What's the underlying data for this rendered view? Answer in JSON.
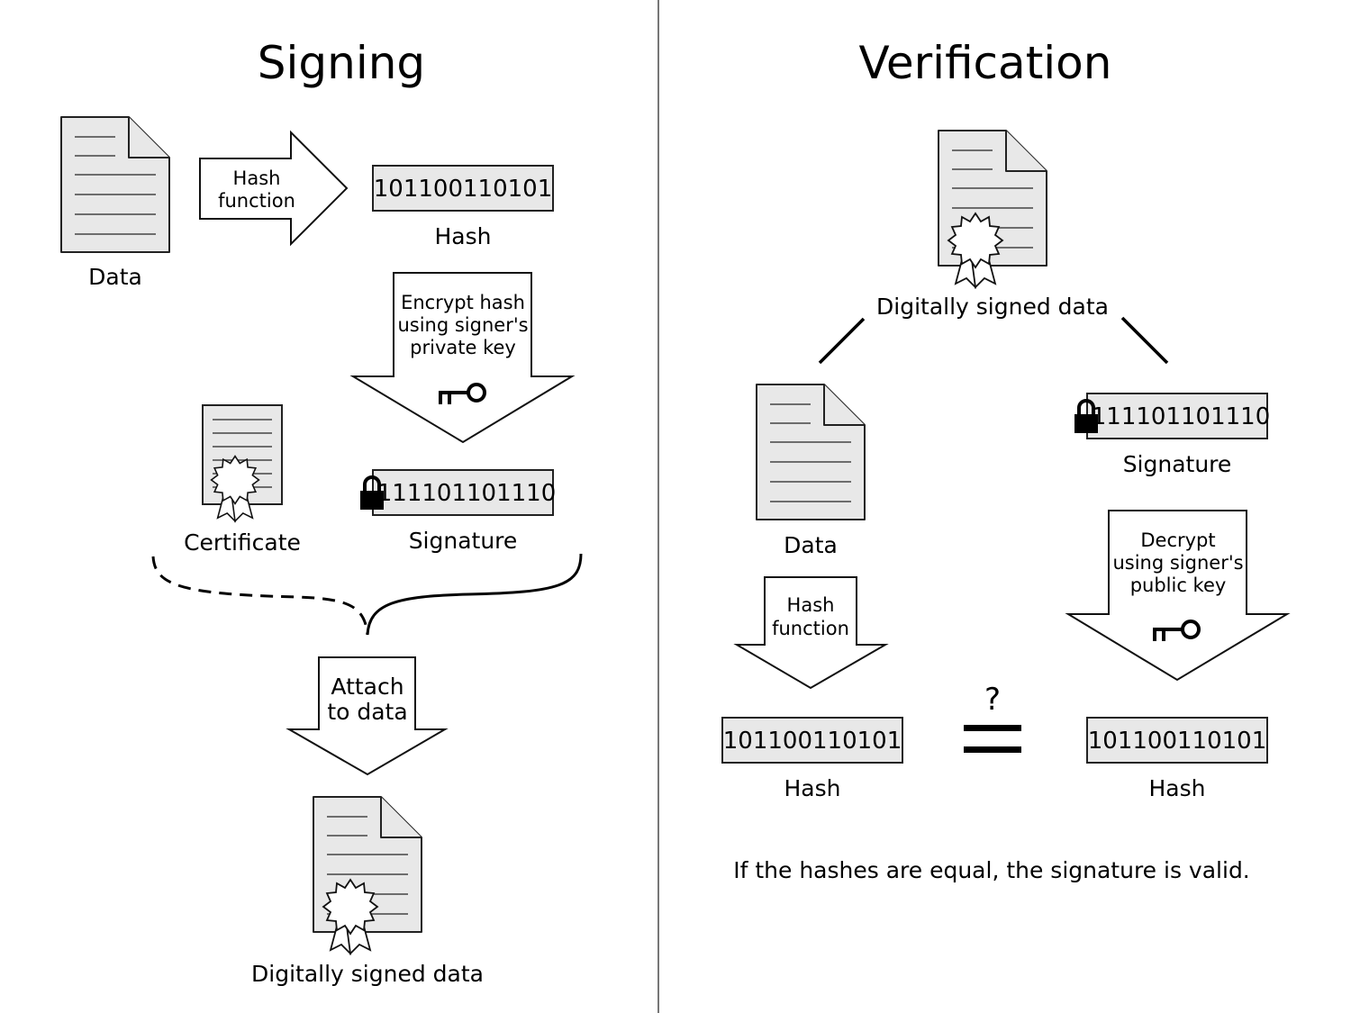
{
  "signing": {
    "title": "Signing",
    "data_label": "Data",
    "hash_function_line1": "Hash",
    "hash_function_line2": "function",
    "hash_value": "101100110101",
    "hash_label": "Hash",
    "encrypt_line1": "Encrypt hash",
    "encrypt_line2": "using signer's",
    "encrypt_line3": "private key",
    "certificate_label": "Certificate",
    "signature_value": "111101101110",
    "signature_label": "Signature",
    "attach_line1": "Attach",
    "attach_line2": "to data",
    "signed_data_label": "Digitally signed data"
  },
  "verification": {
    "title": "Verification",
    "signed_data_label": "Digitally signed data",
    "data_label": "Data",
    "signature_value": "111101101110",
    "signature_label": "Signature",
    "hash_function_line1": "Hash",
    "hash_function_line2": "function",
    "decrypt_line1": "Decrypt",
    "decrypt_line2": "using signer's",
    "decrypt_line3": "public key",
    "hash_left_value": "101100110101",
    "hash_left_label": "Hash",
    "compare_symbol": "?",
    "hash_right_value": "101100110101",
    "hash_right_label": "Hash",
    "conclusion": "If the hashes are equal, the signature is valid."
  }
}
